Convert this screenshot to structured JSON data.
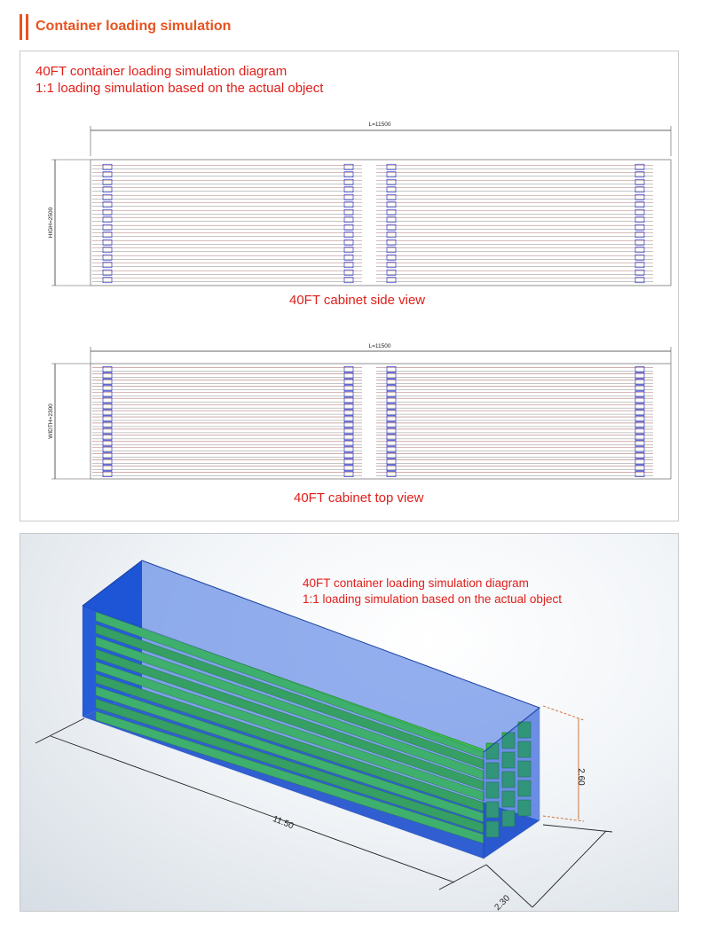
{
  "header": {
    "title": "Container loading simulation"
  },
  "diagram": {
    "caption_line1": "40FT container loading simulation diagram",
    "caption_line2": "1:1 loading simulation based on the actual object",
    "side_view": {
      "length_label": "L=11500",
      "height_label": "HIGH=2500",
      "caption": "40FT cabinet side view"
    },
    "top_view": {
      "length_label": "L=11500",
      "width_label": "WIDTH=2300",
      "caption": "40FT cabinet top view"
    }
  },
  "render3d": {
    "caption_line1": "40FT container loading simulation diagram",
    "caption_line2": "1:1 loading simulation based on the actual object",
    "length_dim": "11.50",
    "width_dim": "2.30",
    "height_dim": "2.60"
  },
  "colors": {
    "accent": "#e8531f",
    "caption_red": "#e0201b",
    "container_blue": "#1f4fc8",
    "cargo_green": "#2faa3f"
  }
}
